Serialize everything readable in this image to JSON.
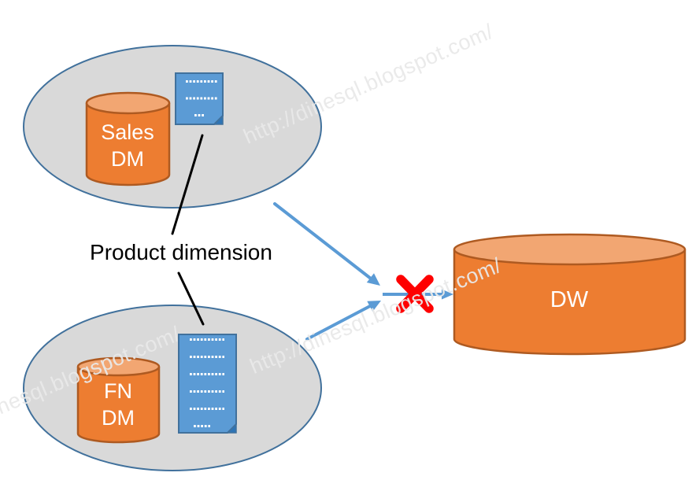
{
  "diagram": {
    "product_dimension_label": "Product dimension",
    "sales_datamart": {
      "line1": "Sales",
      "line2": "DM"
    },
    "fn_datamart": {
      "line1": "FN",
      "line2": "DM"
    },
    "data_warehouse": {
      "label": "DW"
    },
    "watermark_text": "http://dinesql.blogspot.com/"
  },
  "colors": {
    "ellipse_fill": "#D9D9D9",
    "ellipse_stroke": "#41719C",
    "cylinder_fill": "#ED7D31",
    "cylinder_top_fill": "#F2A672",
    "cylinder_stroke": "#AE5A21",
    "doc_fill": "#5B9BD5",
    "doc_stroke": "#41719C",
    "doc_fold_fill": "#2E74B5",
    "doc_dots": "#FFFFFF",
    "arrow_color": "#5B9BD5",
    "cross_color": "#FE0000",
    "pointer_line_color": "#000000",
    "label_color": "#FFFFFF",
    "heading_color": "#000000",
    "watermark_color": "#E9E9E9"
  }
}
